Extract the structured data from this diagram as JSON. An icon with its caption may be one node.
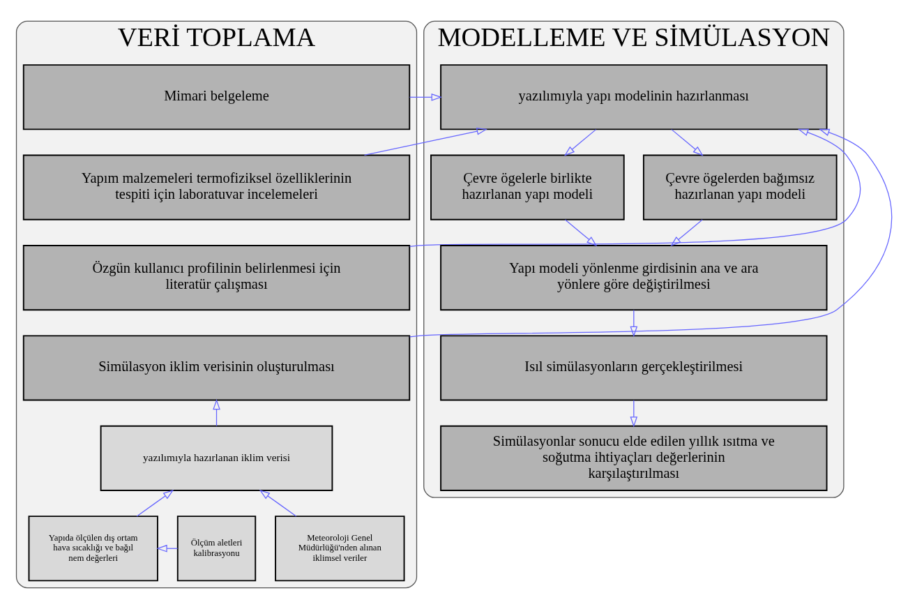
{
  "diagram": {
    "nodes": [
      {
        "text": [
          "VERİ TOPLAMA"
        ]
      },
      {
        "text": [
          "Mimari belgeleme"
        ],
        "in": 0
      },
      {
        "text": [
          "Yapım malzemeleri termofiziksel özelliklerinin tespiti için laboratuvar incelemeleri"
        ],
        "in": 0
      },
      {
        "text": [
          "Özgün kullanıcı profilinin belirlenmesi için literatür çalışması"
        ],
        "in": 0
      },
      {
        "text": [
          "Simülasyon iklim verisinin oluşturulması"
        ],
        "in": 0
      },
      {
        "text": [
          "yazılımıyla hazırlanan iklim verisi"
        ],
        "in": 0
      },
      {
        "text": [
          "Ölçüm aletleri kalibrasyonu"
        ],
        "in": 0
      },
      {
        "text": [
          "Yapıda ölçülen dış ortam hava sıcaklığı ve bağıl nem değerleri"
        ],
        "in": 0
      },
      {
        "text": [
          "Meteoroloji Genel Müdürlüğü'nden alınan iklimsel veriler"
        ],
        "in": 0
      },
      {
        "text": [
          "MODELLEME VE SİMÜLASYON"
        ]
      },
      {
        "text": [
          "yazılımıyla yapı modelinin hazırlanması"
        ],
        "in": 9
      },
      {
        "text": [
          "Çevre ögelerle birlikte hazırlanan yapı modeli"
        ],
        "in": 9
      },
      {
        "text": [
          "Çevre ögelerden bağımsız hazırlanan yapı modeli"
        ],
        "in": 9
      },
      {
        "text": [
          "Yapı modeli yönlenme girdisinin ana ve ara yönlere göre değiştirilmesi"
        ],
        "in": 9
      },
      {
        "text": [
          "Isıl simülasyonların gerçekleştirilmesi"
        ],
        "in": 9
      },
      {
        "text": [
          "Simülasyonlar sonucu elde edilen yıllık ısıtma ve soğutma ihtiyaçları değerlerinin karşılaştırılması"
        ],
        "in": 9
      }
    ],
    "edges": [
      {
        "from": 1,
        "to": 10,
        "arrow": "to"
      },
      {
        "from": 2,
        "to": 10,
        "arrow": "to"
      },
      {
        "from": 3,
        "to": 10,
        "arrow": "to"
      },
      {
        "from": 4,
        "to": 10,
        "arrow": "to"
      },
      {
        "from": 6,
        "to": 7,
        "arrow": "to"
      },
      {
        "from": 7,
        "to": 5,
        "arrow": "to"
      },
      {
        "from": 8,
        "to": 5,
        "arrow": "to"
      },
      {
        "from": 5,
        "to": 4,
        "arrow": "to"
      },
      {
        "from": 10,
        "to": 11,
        "arrow": "to"
      },
      {
        "from": 10,
        "to": 12,
        "arrow": "to"
      },
      {
        "from": 11,
        "to": 13,
        "arrow": "to"
      },
      {
        "from": 12,
        "to": 13,
        "arrow": "to"
      },
      {
        "from": 13,
        "to": 14,
        "arrow": "to"
      },
      {
        "from": 14,
        "to": 15,
        "arrow": "to"
      }
    ]
  }
}
